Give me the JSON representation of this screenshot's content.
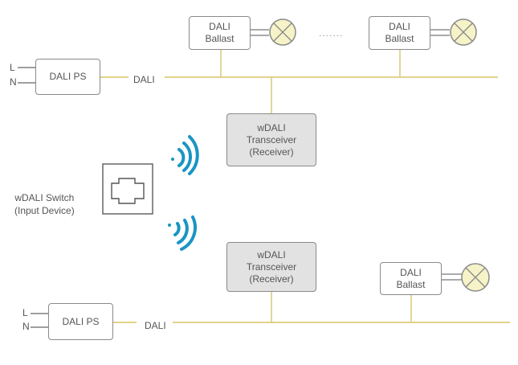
{
  "diagram": {
    "colors": {
      "bus": "#e3d28a",
      "box_border": "#8a8a8a",
      "receiver_fill": "#e2e2e2",
      "signal": "#1a95c4",
      "lamp_fill": "#f6f3c8"
    },
    "top_network": {
      "ps_label": "DALI PS",
      "l_label": "L",
      "n_label": "N",
      "bus_label": "DALI",
      "ballast1": "DALI\nBallast",
      "ballast2": "DALI\nBallast",
      "ellipsis": ".......",
      "receiver": "wDALI\nTransceiver\n(Receiver)"
    },
    "switch": {
      "label": "wDALI Switch\n(Input Device)"
    },
    "bottom_network": {
      "ps_label": "DALI PS",
      "l_label": "L",
      "n_label": "N",
      "bus_label": "DALI",
      "ballast": "DALI\nBallast",
      "receiver": "wDALI\nTransceiver\n(Receiver)"
    }
  }
}
